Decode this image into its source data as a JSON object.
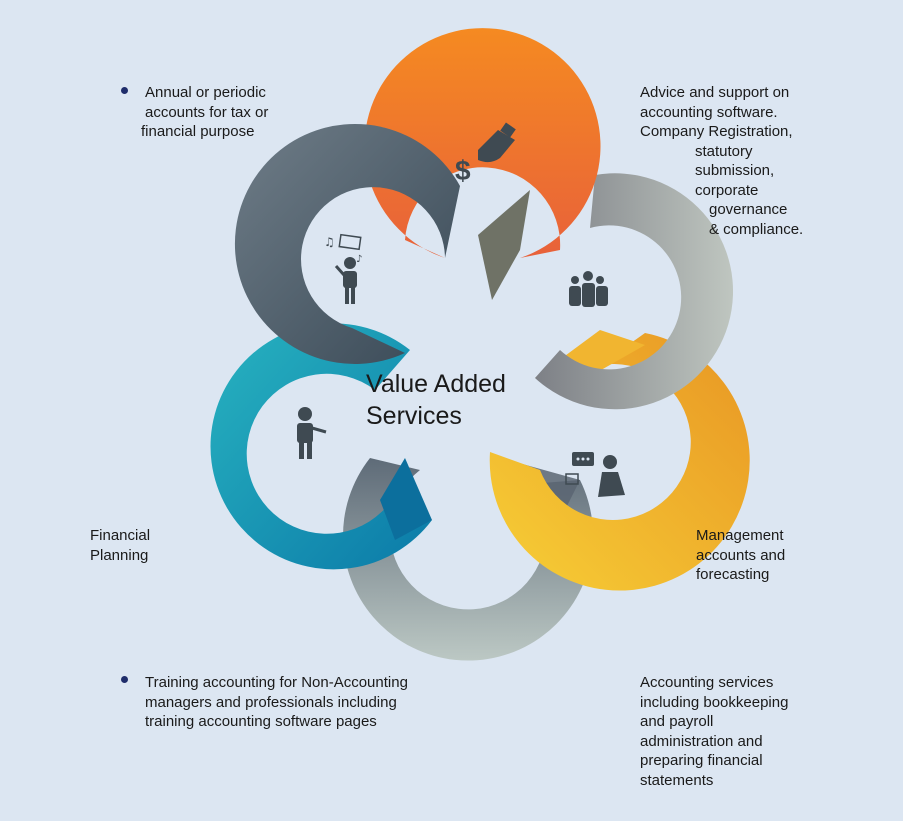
{
  "diagram": {
    "center_title": [
      "Value Added",
      "Services"
    ],
    "items": [
      {
        "id": "annual-accounts",
        "bullet": true,
        "lines": [
          "Annual or periodic",
          "accounts for tax or",
          "financial purpose"
        ]
      },
      {
        "id": "advice-support",
        "bullet": false,
        "lines": [
          "Advice and support on",
          "accounting software.",
          "Company Registration,",
          "statutory",
          "submission,",
          "corporate",
          "governance",
          "& compliance."
        ]
      },
      {
        "id": "financial-planning",
        "bullet": false,
        "lines": [
          "Financial",
          "Planning"
        ]
      },
      {
        "id": "management-accounts",
        "bullet": false,
        "lines": [
          "Management",
          "accounts and",
          "forecasting"
        ]
      },
      {
        "id": "training",
        "bullet": true,
        "lines": [
          "Training accounting for Non-Accounting",
          "managers and professionals including",
          "training accounting software pages"
        ]
      },
      {
        "id": "accounting-services",
        "bullet": false,
        "lines": [
          "Accounting services",
          "including bookkeeping",
          "and payroll",
          "administration and",
          "preparing financial",
          "statements"
        ]
      }
    ],
    "icons": [
      "money-hand-icon",
      "group-people-icon",
      "speech-person-icon",
      "teacher-person-icon",
      "person-devices-icon"
    ],
    "colors": {
      "background": "#dce6f2",
      "orange": "#f0782a",
      "light-gray": "#b6beb8",
      "gold": "#f0ae2c",
      "gray-blue": "#9aa5ad",
      "teal": "#1aa4b8",
      "slate": "#4f5f6d",
      "icon": "#3f4a52",
      "bullet": "#1f2d6b"
    }
  }
}
